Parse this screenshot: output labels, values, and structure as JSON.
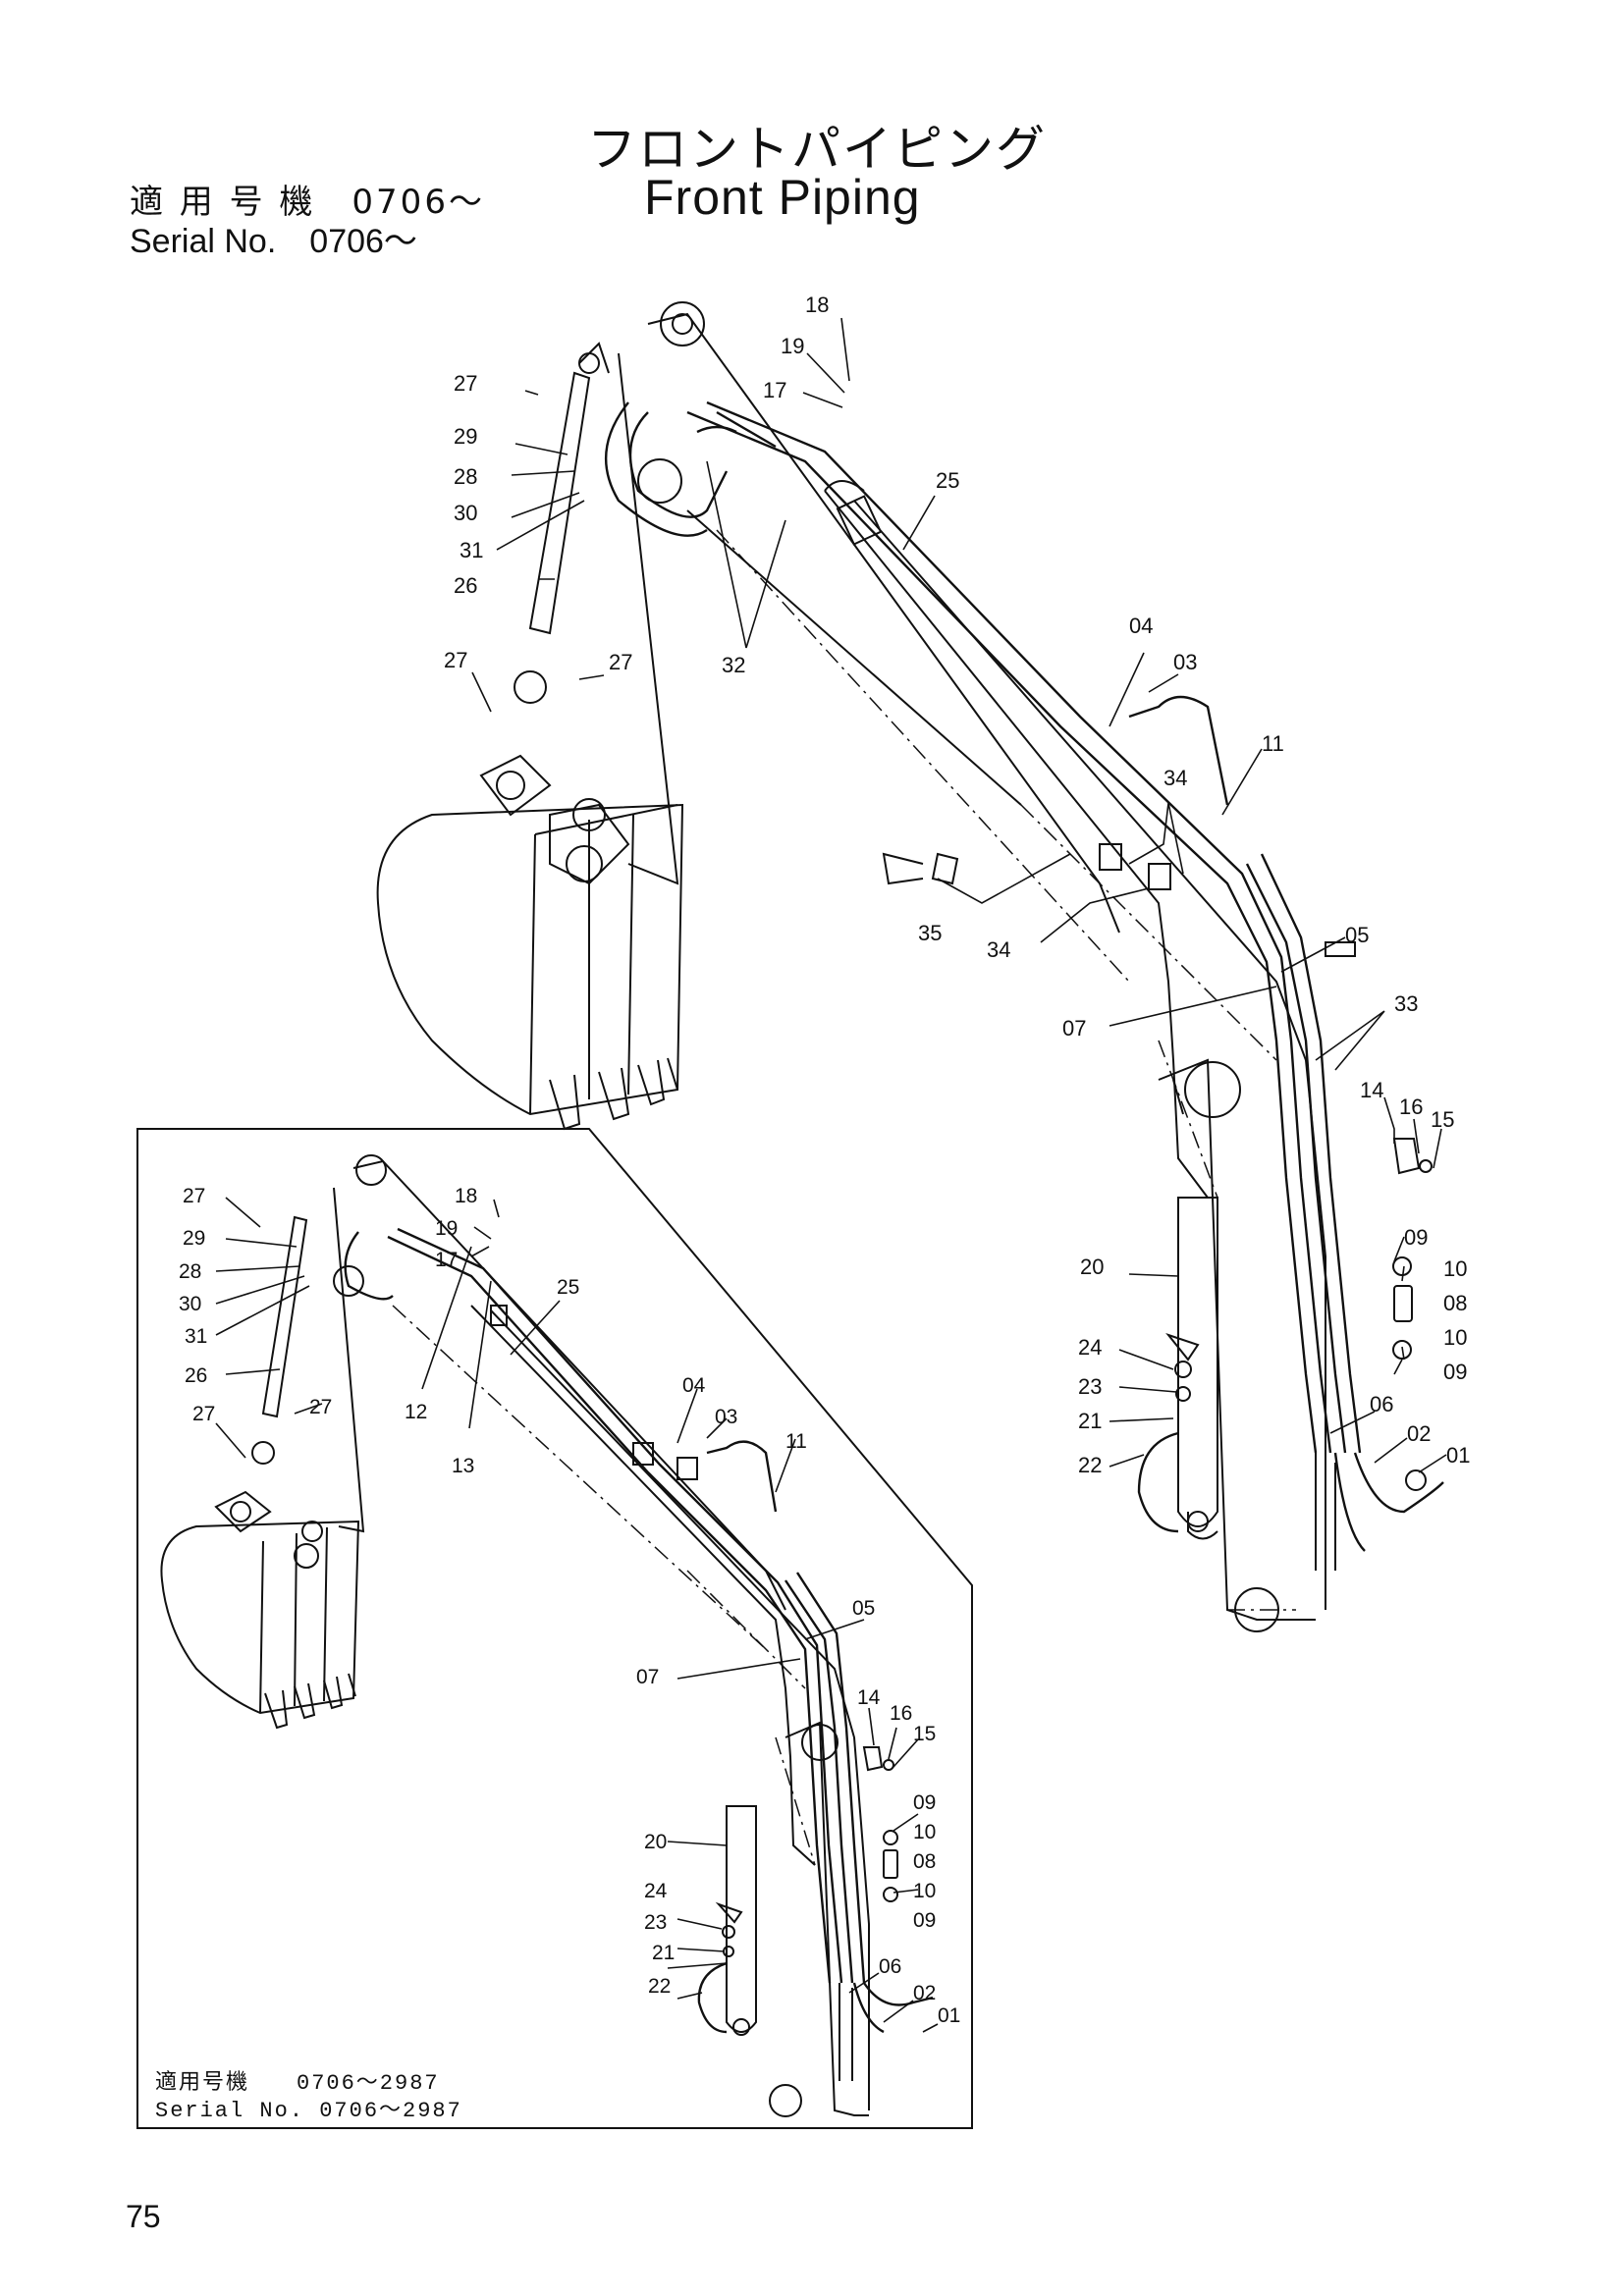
{
  "header": {
    "title_jp": "フロントパイピング",
    "title_en": "Front Piping",
    "serial_jp": "適 用 号 機　0706～",
    "serial_en": "Serial No.　0706～"
  },
  "inset": {
    "serial_jp": "適用号機　　0706～2987",
    "serial_en": "Serial No. 0706～2987"
  },
  "page_number": "75",
  "main_callouts": [
    "18",
    "19",
    "17",
    "27",
    "29",
    "28",
    "30",
    "31",
    "26",
    "27",
    "27",
    "32",
    "25",
    "04",
    "03",
    "11",
    "34",
    "35",
    "34",
    "05",
    "07",
    "33",
    "14",
    "16",
    "15",
    "09",
    "10",
    "08",
    "10",
    "09",
    "20",
    "24",
    "23",
    "21",
    "22",
    "06",
    "02",
    "01"
  ],
  "inset_callouts": [
    "18",
    "19",
    "17",
    "27",
    "29",
    "28",
    "30",
    "31",
    "26",
    "27",
    "27",
    "12",
    "13",
    "25",
    "04",
    "03",
    "11",
    "05",
    "07",
    "14",
    "16",
    "15",
    "09",
    "10",
    "08",
    "10",
    "09",
    "20",
    "24",
    "23",
    "21",
    "22",
    "06",
    "02",
    "01"
  ]
}
